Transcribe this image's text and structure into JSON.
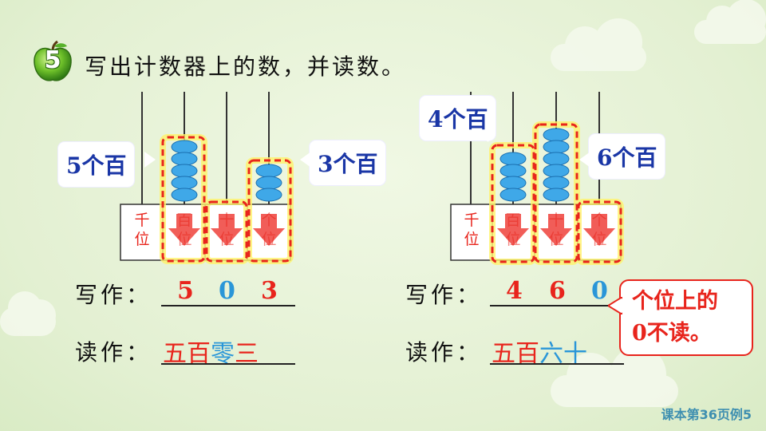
{
  "example_number": "5",
  "question": "写出计数器上的数，并读数。",
  "left_abacus": {
    "places": [
      "千\n位",
      "百\n位",
      "十\n位",
      "个\n位"
    ],
    "beads": [
      0,
      5,
      0,
      3
    ],
    "bubble_left": "5个百",
    "bubble_right": "3个百",
    "write_label": "写作：",
    "write_digits": [
      "5",
      "0",
      "3"
    ],
    "read_label": "读作：",
    "read_parts": [
      "五百",
      "零",
      "三"
    ]
  },
  "right_abacus": {
    "places": [
      "千\n位",
      "百\n位",
      "十\n位",
      "个\n位"
    ],
    "beads": [
      0,
      4,
      6,
      0
    ],
    "bubble_left": "4个百",
    "bubble_right": "6个百",
    "write_label": "写作：",
    "write_digits": [
      "4",
      "6",
      "0"
    ],
    "read_label": "读作：",
    "read_parts": [
      "五百",
      "六十"
    ]
  },
  "note": [
    "个位上的",
    "0不读。"
  ],
  "footer": "课本第36页例5",
  "colors": {
    "red": "#e8241c",
    "blue": "#2a96d8",
    "dark_blue": "#1a36a6",
    "highlight": "#fff36b"
  }
}
